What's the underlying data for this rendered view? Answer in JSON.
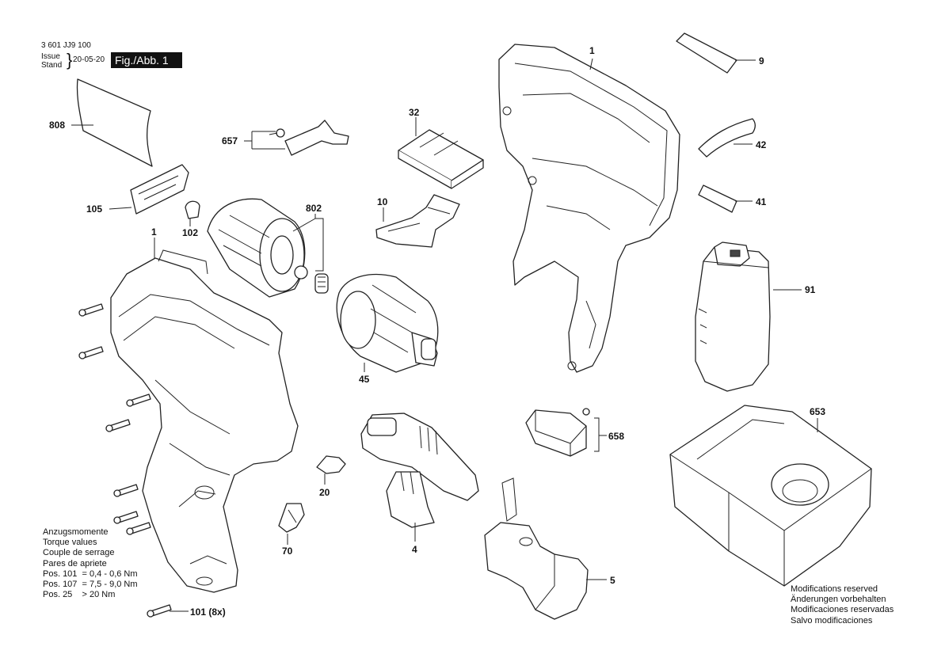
{
  "header": {
    "doc_number": "3 601 JJ9 100",
    "issue_label_1": "Issue",
    "issue_label_2": "Stand",
    "issue_date": "20-05-20",
    "figure_label": "Fig./Abb. 1"
  },
  "callouts": {
    "p1_top": "1",
    "p9": "9",
    "p32": "32",
    "p808": "808",
    "p657": "657",
    "p42": "42",
    "p10": "10",
    "p41": "41",
    "p105": "105",
    "p802": "802",
    "p102": "102",
    "p1_left": "1",
    "p91": "91",
    "p45": "45",
    "p653": "653",
    "p658": "658",
    "p20": "20",
    "p70": "70",
    "p4": "4",
    "p5": "5",
    "p101": "101 (8x)"
  },
  "torque_notes": {
    "lines": [
      "Anzugsmomente",
      "Torque values",
      "Couple de serrage",
      "Pares de apriete",
      "Pos. 101  = 0,4 - 0,6 Nm",
      "Pos. 107  = 7,5 - 9,0 Nm",
      "Pos. 25    > 20 Nm"
    ]
  },
  "modification_notes": {
    "lines": [
      "Modifications reserved",
      "Änderungen vorbehalten",
      "Modificaciones reservadas",
      "Salvo modificaciones"
    ]
  }
}
